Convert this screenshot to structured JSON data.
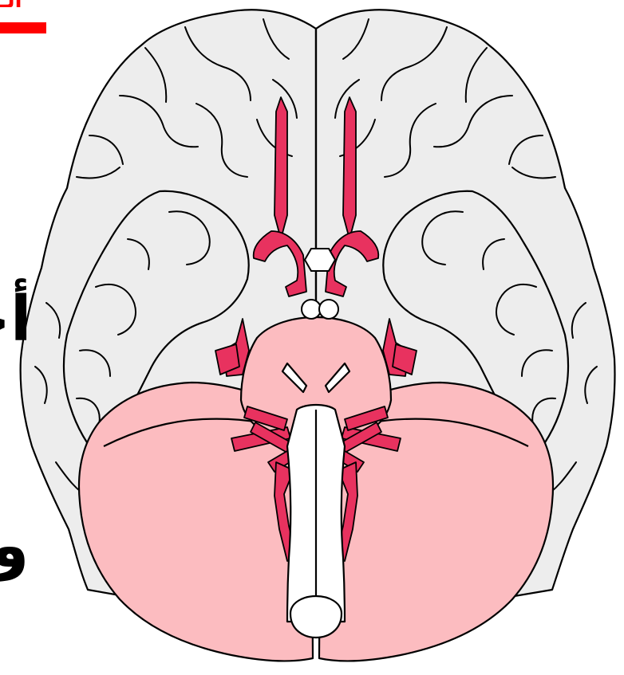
{
  "heading": {
    "text": "الـ",
    "color": "#ff0000"
  },
  "side_text": {
    "line1": "أحـ",
    "line2": "و"
  },
  "colors": {
    "cerebrum": "#ededed",
    "brainstem_cerebellum": "#fcbcc0",
    "nerves": "#e8325f",
    "medulla": "#ffffff",
    "outline": "#000000"
  },
  "icons": {
    "figure": "brain-inferior-view-icon"
  }
}
